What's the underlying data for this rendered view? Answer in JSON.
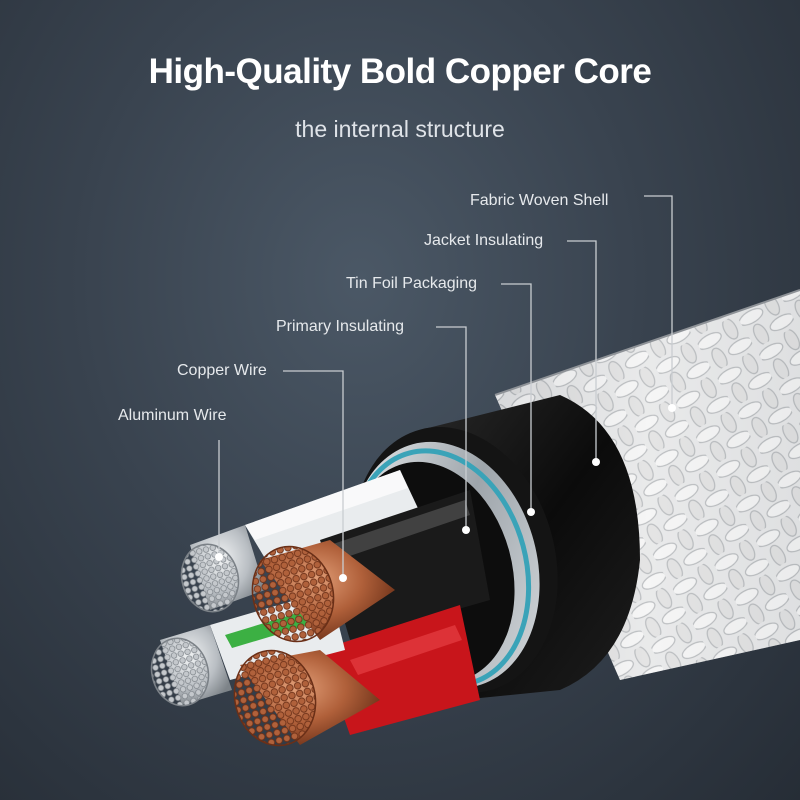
{
  "header": {
    "title": "High-Quality Bold Copper Core",
    "subtitle": "the internal structure"
  },
  "labels": {
    "fabric_shell": "Fabric Woven Shell",
    "jacket_insulating": "Jacket Insulating",
    "tin_foil": "Tin Foil Packaging",
    "primary_insulating": "Primary Insulating",
    "copper_wire": "Copper Wire",
    "aluminum_wire": "Aluminum Wire"
  },
  "colors": {
    "background": "#333c47",
    "braid": "#e8e8e8",
    "jacket": "#111111",
    "tin_foil": "#c9ced2",
    "foil_ring": "#3aa3b8",
    "copper": "#b8643c",
    "red_insulation": "#c8151b",
    "green_insulation": "#3cb043",
    "white_insulation": "#e9ecee",
    "aluminum": "#c8ccd0"
  }
}
